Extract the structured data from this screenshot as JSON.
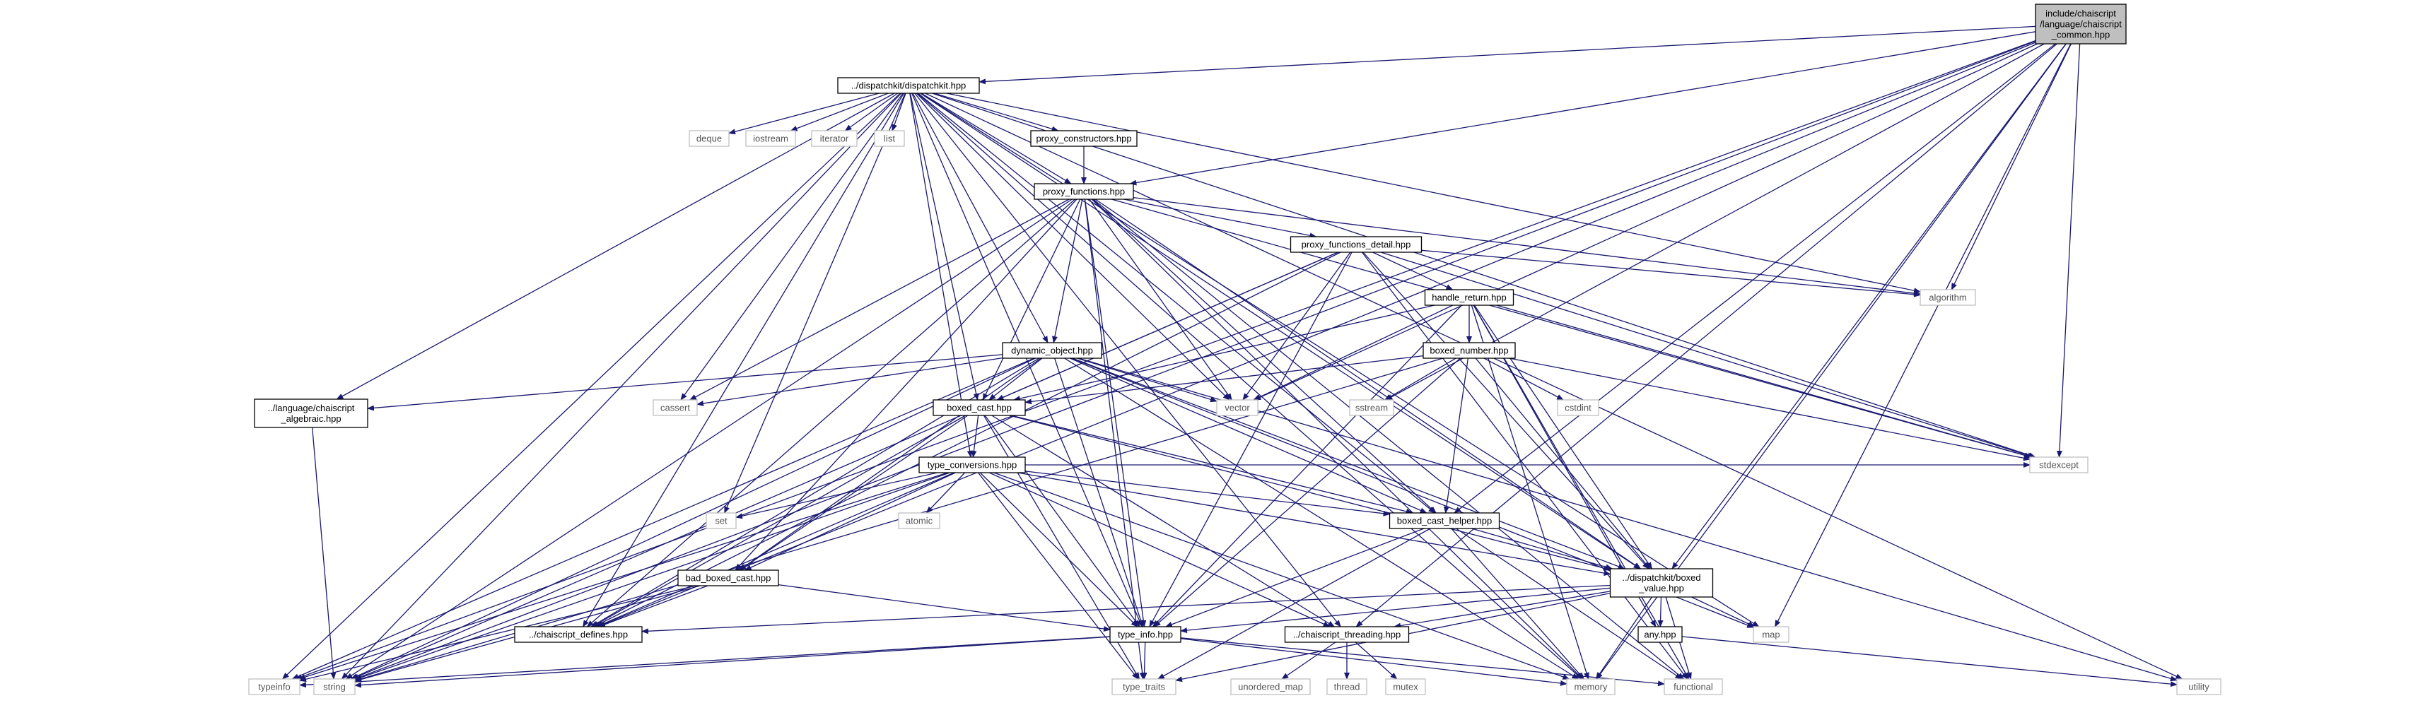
{
  "colors": {
    "edge": "#191970",
    "root_fill": "#bfbfbf",
    "project_border": "#000000",
    "system_border": "#bfbfbf",
    "system_text": "#555555"
  },
  "nodes": [
    {
      "id": "root",
      "kind": "root",
      "lines": [
        "include/chaiscript",
        "/language/chaiscript",
        "_common.hpp"
      ]
    },
    {
      "id": "dispatchkit",
      "kind": "project",
      "lines": [
        "../dispatchkit/dispatchkit.hpp"
      ]
    },
    {
      "id": "proxy_constructors",
      "kind": "project",
      "lines": [
        "proxy_constructors.hpp"
      ]
    },
    {
      "id": "proxy_functions",
      "kind": "project",
      "lines": [
        "proxy_functions.hpp"
      ]
    },
    {
      "id": "proxy_functions_detail",
      "kind": "project",
      "lines": [
        "proxy_functions_detail.hpp"
      ]
    },
    {
      "id": "handle_return",
      "kind": "project",
      "lines": [
        "handle_return.hpp"
      ]
    },
    {
      "id": "boxed_number",
      "kind": "project",
      "lines": [
        "boxed_number.hpp"
      ]
    },
    {
      "id": "dynamic_object",
      "kind": "project",
      "lines": [
        "dynamic_object.hpp"
      ]
    },
    {
      "id": "boxed_cast",
      "kind": "project",
      "lines": [
        "boxed_cast.hpp"
      ]
    },
    {
      "id": "algebraic",
      "kind": "project",
      "lines": [
        "../language/chaiscript",
        "_algebraic.hpp"
      ]
    },
    {
      "id": "type_conversions",
      "kind": "project",
      "lines": [
        "type_conversions.hpp"
      ]
    },
    {
      "id": "boxed_cast_helper",
      "kind": "project",
      "lines": [
        "boxed_cast_helper.hpp"
      ]
    },
    {
      "id": "boxed_value",
      "kind": "project",
      "lines": [
        "../dispatchkit/boxed",
        "_value.hpp"
      ]
    },
    {
      "id": "bad_boxed_cast",
      "kind": "project",
      "lines": [
        "bad_boxed_cast.hpp"
      ]
    },
    {
      "id": "chaiscript_defines",
      "kind": "project",
      "lines": [
        "../chaiscript_defines.hpp"
      ]
    },
    {
      "id": "type_info",
      "kind": "project",
      "lines": [
        "type_info.hpp"
      ]
    },
    {
      "id": "chaiscript_threading",
      "kind": "project",
      "lines": [
        "../chaiscript_threading.hpp"
      ]
    },
    {
      "id": "any",
      "kind": "project",
      "lines": [
        "any.hpp"
      ]
    },
    {
      "id": "deque",
      "kind": "system",
      "lines": [
        "deque"
      ]
    },
    {
      "id": "iostream",
      "kind": "system",
      "lines": [
        "iostream"
      ]
    },
    {
      "id": "iterator",
      "kind": "system",
      "lines": [
        "iterator"
      ]
    },
    {
      "id": "list",
      "kind": "system",
      "lines": [
        "list"
      ]
    },
    {
      "id": "algorithm",
      "kind": "system",
      "lines": [
        "algorithm"
      ]
    },
    {
      "id": "cassert",
      "kind": "system",
      "lines": [
        "cassert"
      ]
    },
    {
      "id": "vector",
      "kind": "system",
      "lines": [
        "vector"
      ]
    },
    {
      "id": "sstream",
      "kind": "system",
      "lines": [
        "sstream"
      ]
    },
    {
      "id": "cstdint",
      "kind": "system",
      "lines": [
        "cstdint"
      ]
    },
    {
      "id": "stdexcept",
      "kind": "system",
      "lines": [
        "stdexcept"
      ]
    },
    {
      "id": "set",
      "kind": "system",
      "lines": [
        "set"
      ]
    },
    {
      "id": "atomic",
      "kind": "system",
      "lines": [
        "atomic"
      ]
    },
    {
      "id": "map",
      "kind": "system",
      "lines": [
        "map"
      ]
    },
    {
      "id": "typeinfo",
      "kind": "system",
      "lines": [
        "typeinfo"
      ]
    },
    {
      "id": "string",
      "kind": "system",
      "lines": [
        "string"
      ]
    },
    {
      "id": "type_traits",
      "kind": "system",
      "lines": [
        "type_traits"
      ]
    },
    {
      "id": "unordered_map",
      "kind": "system",
      "lines": [
        "unordered_map"
      ]
    },
    {
      "id": "thread",
      "kind": "system",
      "lines": [
        "thread"
      ]
    },
    {
      "id": "mutex",
      "kind": "system",
      "lines": [
        "mutex"
      ]
    },
    {
      "id": "memory",
      "kind": "system",
      "lines": [
        "memory"
      ]
    },
    {
      "id": "functional",
      "kind": "system",
      "lines": [
        "functional"
      ]
    },
    {
      "id": "utility",
      "kind": "system",
      "lines": [
        "utility"
      ]
    }
  ],
  "edges": [
    [
      "root",
      "dispatchkit"
    ],
    [
      "root",
      "proxy_functions"
    ],
    [
      "root",
      "algorithm"
    ],
    [
      "root",
      "vector"
    ],
    [
      "root",
      "sstream"
    ],
    [
      "root",
      "stdexcept"
    ],
    [
      "root",
      "boxed_value"
    ],
    [
      "root",
      "boxed_cast_helper"
    ],
    [
      "root",
      "map"
    ],
    [
      "root",
      "memory"
    ],
    [
      "root",
      "chaiscript_threading"
    ],
    [
      "root",
      "chaiscript_defines"
    ],
    [
      "root",
      "string"
    ],
    [
      "root",
      "typeinfo"
    ],
    [
      "dispatchkit",
      "deque"
    ],
    [
      "dispatchkit",
      "iostream"
    ],
    [
      "dispatchkit",
      "iterator"
    ],
    [
      "dispatchkit",
      "list"
    ],
    [
      "dispatchkit",
      "proxy_constructors"
    ],
    [
      "dispatchkit",
      "proxy_functions"
    ],
    [
      "dispatchkit",
      "algorithm"
    ],
    [
      "dispatchkit",
      "cassert"
    ],
    [
      "dispatchkit",
      "vector"
    ],
    [
      "dispatchkit",
      "dynamic_object"
    ],
    [
      "dispatchkit",
      "boxed_cast"
    ],
    [
      "dispatchkit",
      "algebraic"
    ],
    [
      "dispatchkit",
      "type_conversions"
    ],
    [
      "dispatchkit",
      "boxed_value"
    ],
    [
      "dispatchkit",
      "type_info"
    ],
    [
      "dispatchkit",
      "chaiscript_defines"
    ],
    [
      "dispatchkit",
      "set"
    ],
    [
      "dispatchkit",
      "string"
    ],
    [
      "dispatchkit",
      "typeinfo"
    ],
    [
      "dispatchkit",
      "stdexcept"
    ],
    [
      "dispatchkit",
      "memory"
    ],
    [
      "dispatchkit",
      "map"
    ],
    [
      "dispatchkit",
      "utility"
    ],
    [
      "dispatchkit",
      "chaiscript_threading"
    ],
    [
      "dispatchkit",
      "boxed_cast_helper"
    ],
    [
      "proxy_constructors",
      "proxy_functions"
    ],
    [
      "proxy_functions",
      "proxy_functions_detail"
    ],
    [
      "proxy_functions",
      "dynamic_object"
    ],
    [
      "proxy_functions",
      "boxed_cast"
    ],
    [
      "proxy_functions",
      "vector"
    ],
    [
      "proxy_functions",
      "cassert"
    ],
    [
      "proxy_functions",
      "algorithm"
    ],
    [
      "proxy_functions",
      "stdexcept"
    ],
    [
      "proxy_functions",
      "string"
    ],
    [
      "proxy_functions",
      "type_traits"
    ],
    [
      "proxy_functions",
      "type_info"
    ],
    [
      "proxy_functions",
      "chaiscript_defines"
    ],
    [
      "proxy_functions",
      "boxed_value"
    ],
    [
      "proxy_functions",
      "bad_boxed_cast"
    ],
    [
      "proxy_functions",
      "memory"
    ],
    [
      "proxy_functions",
      "functional"
    ],
    [
      "proxy_functions",
      "boxed_cast_helper"
    ],
    [
      "proxy_functions_detail",
      "handle_return"
    ],
    [
      "proxy_functions_detail",
      "boxed_cast"
    ],
    [
      "proxy_functions_detail",
      "vector"
    ],
    [
      "proxy_functions_detail",
      "algorithm"
    ],
    [
      "proxy_functions_detail",
      "stdexcept"
    ],
    [
      "proxy_functions_detail",
      "type_info"
    ],
    [
      "proxy_functions_detail",
      "boxed_value"
    ],
    [
      "proxy_functions_detail",
      "string"
    ],
    [
      "proxy_functions_detail",
      "functional"
    ],
    [
      "proxy_functions_detail",
      "chaiscript_defines"
    ],
    [
      "handle_return",
      "boxed_number"
    ],
    [
      "handle_return",
      "boxed_cast"
    ],
    [
      "handle_return",
      "vector"
    ],
    [
      "handle_return",
      "stdexcept"
    ],
    [
      "handle_return",
      "boxed_value"
    ],
    [
      "handle_return",
      "type_info"
    ],
    [
      "handle_return",
      "memory"
    ],
    [
      "handle_return",
      "functional"
    ],
    [
      "handle_return",
      "any"
    ],
    [
      "boxed_number",
      "boxed_cast"
    ],
    [
      "boxed_number",
      "boxed_cast_helper"
    ],
    [
      "boxed_number",
      "boxed_value"
    ],
    [
      "boxed_number",
      "sstream"
    ],
    [
      "boxed_number",
      "cstdint"
    ],
    [
      "boxed_number",
      "stdexcept"
    ],
    [
      "boxed_number",
      "type_info"
    ],
    [
      "boxed_number",
      "string"
    ],
    [
      "dynamic_object",
      "boxed_cast"
    ],
    [
      "dynamic_object",
      "cassert"
    ],
    [
      "dynamic_object",
      "vector"
    ],
    [
      "dynamic_object",
      "algebraic"
    ],
    [
      "dynamic_object",
      "string"
    ],
    [
      "dynamic_object",
      "map"
    ],
    [
      "dynamic_object",
      "memory"
    ],
    [
      "dynamic_object",
      "type_info"
    ],
    [
      "dynamic_object",
      "boxed_value"
    ],
    [
      "dynamic_object",
      "chaiscript_defines"
    ],
    [
      "dynamic_object",
      "utility"
    ],
    [
      "dynamic_object",
      "typeinfo"
    ],
    [
      "dynamic_object",
      "boxed_cast_helper"
    ],
    [
      "dynamic_object",
      "bad_boxed_cast"
    ],
    [
      "boxed_cast",
      "type_conversions"
    ],
    [
      "boxed_cast",
      "boxed_cast_helper"
    ],
    [
      "boxed_cast",
      "bad_boxed_cast"
    ],
    [
      "boxed_cast",
      "type_info"
    ],
    [
      "boxed_cast",
      "boxed_value"
    ],
    [
      "boxed_cast",
      "chaiscript_defines"
    ],
    [
      "boxed_cast",
      "chaiscript_threading"
    ],
    [
      "boxed_cast",
      "type_traits"
    ],
    [
      "algebraic",
      "string"
    ],
    [
      "type_conversions",
      "set"
    ],
    [
      "type_conversions",
      "atomic"
    ],
    [
      "type_conversions",
      "stdexcept"
    ],
    [
      "type_conversions",
      "boxed_cast_helper"
    ],
    [
      "type_conversions",
      "boxed_value"
    ],
    [
      "type_conversions",
      "bad_boxed_cast"
    ],
    [
      "type_conversions",
      "type_info"
    ],
    [
      "type_conversions",
      "chaiscript_defines"
    ],
    [
      "type_conversions",
      "chaiscript_threading"
    ],
    [
      "type_conversions",
      "typeinfo"
    ],
    [
      "type_conversions",
      "string"
    ],
    [
      "type_conversions",
      "type_traits"
    ],
    [
      "type_conversions",
      "memory"
    ],
    [
      "boxed_cast_helper",
      "boxed_value"
    ],
    [
      "boxed_cast_helper",
      "type_info"
    ],
    [
      "boxed_cast_helper",
      "memory"
    ],
    [
      "boxed_cast_helper",
      "type_traits"
    ],
    [
      "boxed_cast_helper",
      "functional"
    ],
    [
      "boxed_value",
      "map"
    ],
    [
      "boxed_value",
      "any"
    ],
    [
      "boxed_value",
      "chaiscript_threading"
    ],
    [
      "boxed_value",
      "type_info"
    ],
    [
      "boxed_value",
      "chaiscript_defines"
    ],
    [
      "boxed_value",
      "memory"
    ],
    [
      "boxed_value",
      "type_traits"
    ],
    [
      "boxed_value",
      "functional"
    ],
    [
      "bad_boxed_cast",
      "chaiscript_defines"
    ],
    [
      "bad_boxed_cast",
      "type_info"
    ],
    [
      "bad_boxed_cast",
      "string"
    ],
    [
      "bad_boxed_cast",
      "typeinfo"
    ],
    [
      "type_info",
      "string"
    ],
    [
      "type_info",
      "typeinfo"
    ],
    [
      "type_info",
      "type_traits"
    ],
    [
      "type_info",
      "memory"
    ],
    [
      "type_info",
      "functional"
    ],
    [
      "chaiscript_threading",
      "unordered_map"
    ],
    [
      "chaiscript_threading",
      "thread"
    ],
    [
      "chaiscript_threading",
      "mutex"
    ],
    [
      "any",
      "utility"
    ]
  ]
}
